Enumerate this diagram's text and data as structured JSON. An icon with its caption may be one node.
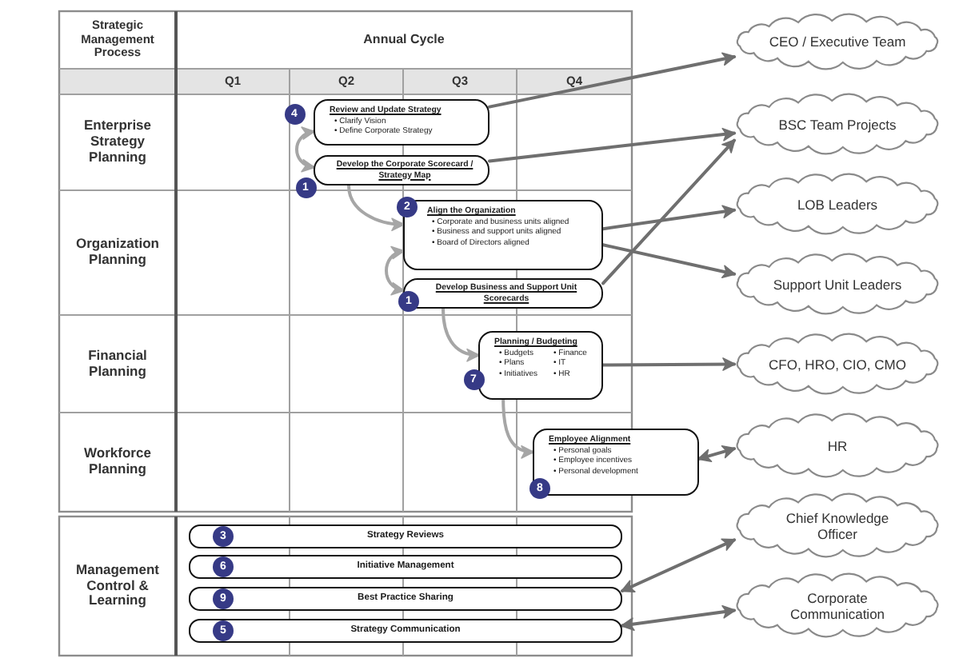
{
  "diagram": {
    "nodes": [
      {
        "text": [
          "Review and Update Strategy",
          "• Clarify Vision",
          "• Define Corporate Strategy"
        ],
        "beside": [
          "4"
        ]
      },
      {
        "text": [
          "Develop the Corporate Scorecard / Strategy Map"
        ],
        "beside": [
          "1"
        ]
      },
      {
        "text": [
          "2",
          "Align the Organization",
          "• Corporate and business units aligned",
          "• Business and support units aligned",
          "• Board of Directors aligned"
        ]
      },
      {
        "text": [
          "1",
          "Develop Business and Support Unit Scorecards"
        ]
      },
      {
        "text": [
          "Planning / Budgeting",
          "• Budgets",
          "• Plans",
          "• Initiatives",
          "• Finance",
          "• IT",
          "• HR"
        ],
        "beside": [
          "7"
        ]
      },
      {
        "text": [
          "8",
          "Employee Alignment",
          "• Personal goals",
          "• Employee incentives",
          "• Personal development"
        ]
      },
      {
        "text": [
          "3",
          "Strategy Reviews"
        ]
      },
      {
        "text": [
          "6",
          "Initiative Management"
        ]
      },
      {
        "text": [
          "9",
          "Best Practice Sharing"
        ]
      },
      {
        "text": [
          "5",
          "Strategy Communication"
        ]
      },
      {
        "text": [
          "CEO / Executive Team"
        ]
      },
      {
        "text": [
          "BSC Team Projects"
        ]
      },
      {
        "text": [
          "LOB Leaders"
        ]
      },
      {
        "text": [
          "Support Unit Leaders"
        ]
      },
      {
        "text": [
          "CFO, HRO, CIO, CMO"
        ]
      },
      {
        "text": [
          "HR"
        ]
      },
      {
        "text": [
          "Chief Knowledge Officer"
        ]
      },
      {
        "text": [
          "Corporate Communication"
        ]
      }
    ],
    "edges": [
      {
        "from": 0,
        "to": 1,
        "arrow": "both",
        "color": "#a6a6a6"
      },
      {
        "from": 1,
        "to": 2,
        "arrow": "to",
        "color": "#a6a6a6"
      },
      {
        "from": 2,
        "to": 3,
        "arrow": "both",
        "color": "#a6a6a6"
      },
      {
        "from": 3,
        "to": 4,
        "arrow": "to",
        "color": "#a6a6a6"
      },
      {
        "from": 4,
        "to": 5,
        "arrow": "to",
        "color": "#a6a6a6"
      },
      {
        "from": 0,
        "to": 10,
        "arrow": "to"
      },
      {
        "from": 1,
        "to": 11,
        "arrow": "to"
      },
      {
        "from": 2,
        "to": 12,
        "arrow": "to"
      },
      {
        "from": 2,
        "to": 13,
        "arrow": "to"
      },
      {
        "from": 3,
        "to": 11,
        "arrow": "to"
      },
      {
        "from": 4,
        "to": 14,
        "arrow": "to"
      },
      {
        "from": 5,
        "to": 15,
        "arrow": "both"
      },
      {
        "from": 8,
        "to": 16,
        "arrow": "both"
      },
      {
        "from": 9,
        "to": 17,
        "arrow": "both"
      }
    ],
    "labels": [
      "Strategic Management Process",
      "Annual Cycle",
      "Q1",
      "Q2",
      "Q3",
      "Q4",
      "Enterprise Strategy Planning",
      "Organization Planning",
      "Financial Planning",
      "Workforce Planning",
      "Management Control & Learning"
    ]
  }
}
